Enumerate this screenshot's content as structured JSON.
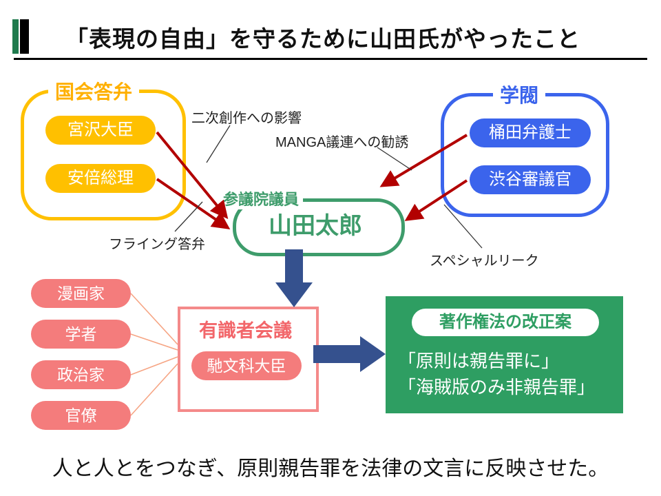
{
  "title": "「表現の自由」を守るために山田氏がやったこと",
  "footer": "人と人とをつなぎ、原則親告罪を法律の文言に反映させた。",
  "kokkai": {
    "label": "国会答弁",
    "members": [
      "宮沢大臣",
      "安倍総理"
    ]
  },
  "gakubatsu": {
    "label": "学閥",
    "members": [
      "桶田弁護士",
      "渋谷審議官"
    ]
  },
  "yamada": {
    "role": "参議院議員",
    "name": "山田太郎"
  },
  "annotations": {
    "influence": "二次創作への影響",
    "manga": "MANGA議連への勧誘",
    "flying": "フライング答弁",
    "leak": "スペシャルリーク"
  },
  "experts": {
    "label": "有識者会議",
    "minister": "馳文科大臣",
    "participants": [
      "漫画家",
      "学者",
      "政治家",
      "官僚"
    ]
  },
  "result": {
    "badge": "著作権法の改正案",
    "lines": [
      "「原則は親告罪に」",
      "「海賊版のみ非親告罪」"
    ]
  },
  "colors": {
    "gold": "#FFC000",
    "blue": "#3B64EC",
    "green_border": "#3E9C6B",
    "green_box": "#2E9E62",
    "dark_red": "#B20000",
    "navy": "#35518E",
    "pink": "#F47C7C",
    "accent_green": "#1F7A4D"
  }
}
